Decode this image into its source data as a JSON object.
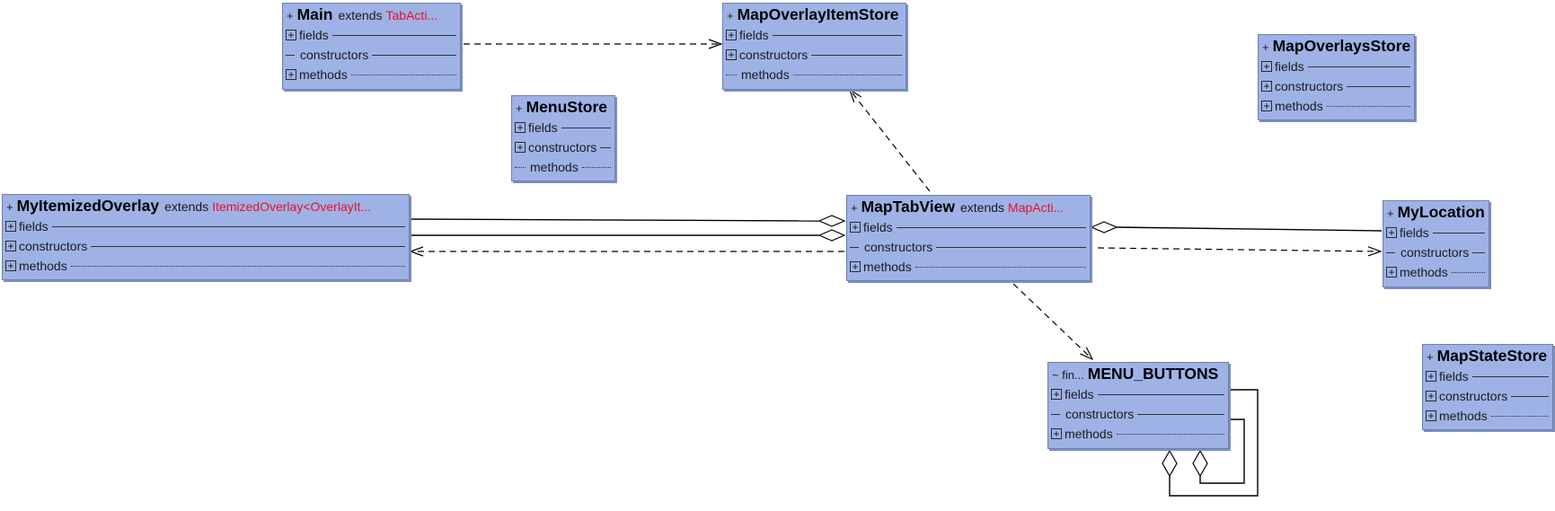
{
  "classes": {
    "main": {
      "visibility": "+",
      "name": "Main",
      "extends_kw": "extends",
      "superclass": "TabActi...",
      "sections": [
        "fields",
        "constructors",
        "methods"
      ]
    },
    "mapOverlayItemStore": {
      "visibility": "+",
      "name": "MapOverlayItemStore",
      "sections": [
        "fields",
        "constructors",
        "methods"
      ]
    },
    "mapOverlaysStore": {
      "visibility": "+",
      "name": "MapOverlaysStore",
      "sections": [
        "fields",
        "constructors",
        "methods"
      ]
    },
    "menuStore": {
      "visibility": "+",
      "name": "MenuStore",
      "sections": [
        "fields",
        "constructors",
        "methods"
      ]
    },
    "myItemizedOverlay": {
      "visibility": "+",
      "name": "MyItemizedOverlay",
      "extends_kw": "extends",
      "superclass": "ItemizedOverlay<OverlayIt...",
      "sections": [
        "fields",
        "constructors",
        "methods"
      ]
    },
    "mapTabView": {
      "visibility": "+",
      "name": "MapTabView",
      "extends_kw": "extends",
      "superclass": "MapActi...",
      "sections": [
        "fields",
        "constructors",
        "methods"
      ]
    },
    "myLocation": {
      "visibility": "+",
      "name": "MyLocation",
      "sections": [
        "fields",
        "constructors",
        "methods"
      ]
    },
    "menuButtons": {
      "visibility": "~ fin...",
      "name": "MENU_BUTTONS",
      "sections": [
        "fields",
        "constructors",
        "methods"
      ]
    },
    "mapStateStore": {
      "visibility": "+",
      "name": "MapStateStore",
      "sections": [
        "fields",
        "constructors",
        "methods"
      ]
    }
  },
  "expander_symbol": "+",
  "colors": {
    "class_fill": "#9fb2e6",
    "class_border": "#6d7fb0",
    "superclass_text": "#e8102c",
    "edge": "#000000"
  }
}
